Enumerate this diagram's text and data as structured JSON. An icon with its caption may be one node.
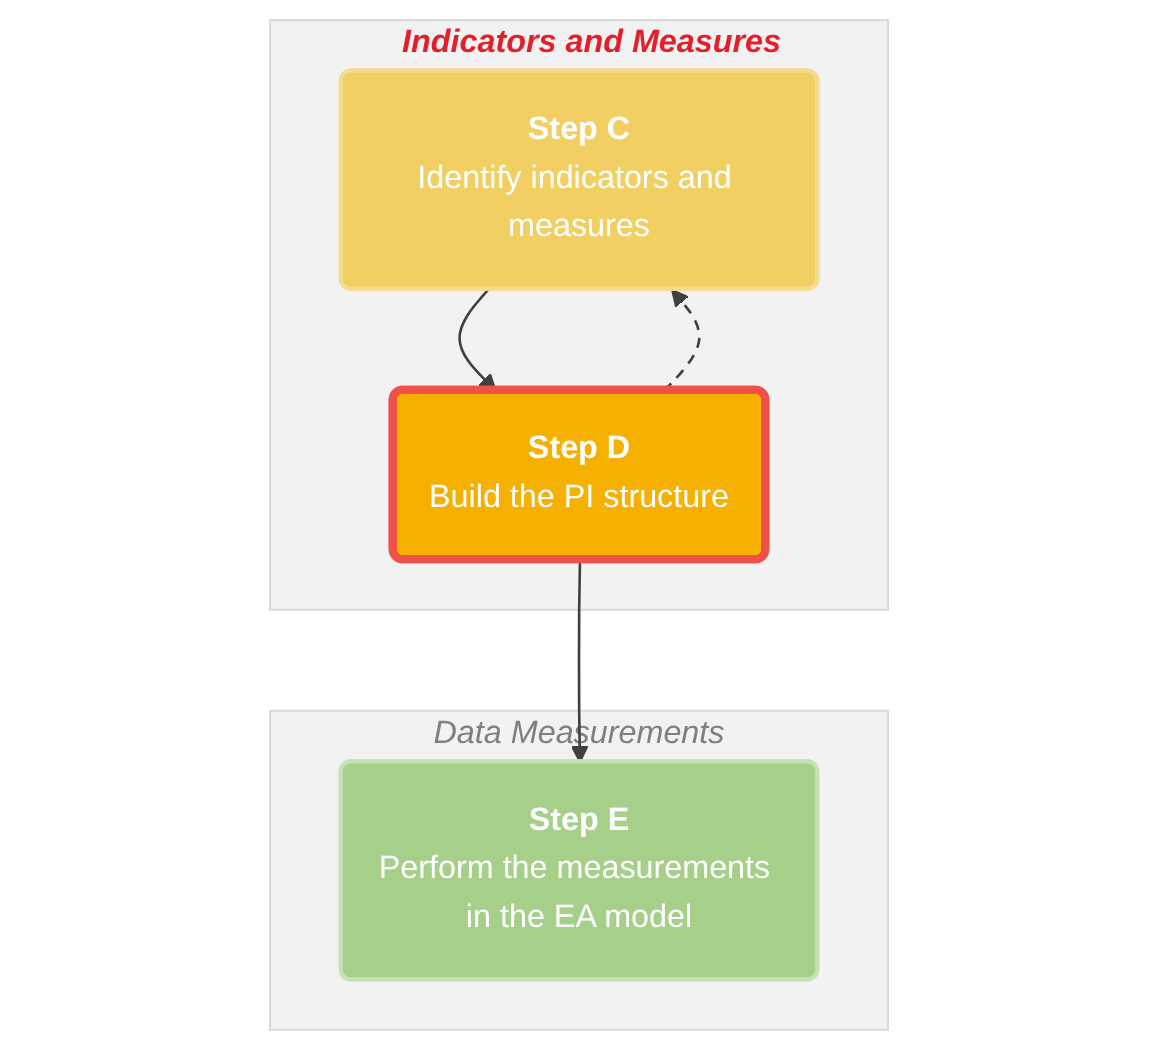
{
  "diagram": {
    "nodes": [
      {
        "text": [
          "Indicators and Measures"
        ]
      },
      {
        "text": [
          "Step C",
          "Identify indicators and measures"
        ],
        "in": 0
      },
      {
        "text": [
          "Step D",
          "Build the PI structure"
        ],
        "in": 0
      },
      {
        "text": [
          "Data Measurements"
        ]
      },
      {
        "text": [
          "Step E",
          "Perform the measurements in the EA model"
        ],
        "in": 3
      }
    ],
    "edges": [
      {
        "from": 1,
        "to": 2,
        "arrow": "to"
      },
      {
        "from": 2,
        "to": 1,
        "arrow": "to",
        "style": "dashed"
      },
      {
        "from": 2,
        "to": 4,
        "arrow": "to"
      }
    ]
  }
}
